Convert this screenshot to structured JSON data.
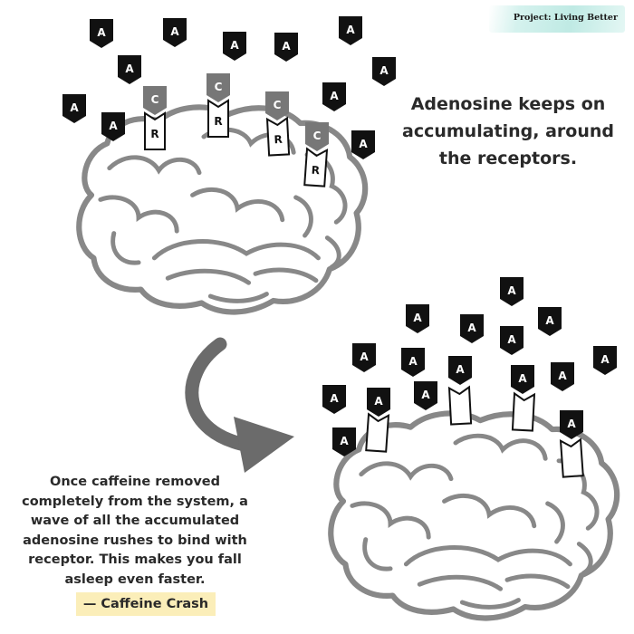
{
  "header": {
    "brand_label": "Project: Living Better"
  },
  "headline": "Adenosine keeps on accumulating, around the receptors.",
  "caption": "Once caffeine removed completely from the system, a wave of all the accumulated adenosine rushes to bind with receptor. This makes you fall asleep even faster.",
  "caption_tag": "— Caffeine Crash",
  "labels": {
    "adenosine": "A",
    "caffeine": "C",
    "receptor": "R"
  },
  "colors": {
    "adenosine": "#111111",
    "caffeine": "#777777",
    "receptor_outline": "#111111",
    "brain": "#888888",
    "arrow": "#6b6b6b",
    "tag_highlight": "#fbeeb9",
    "brand_band": "#bfeae4"
  },
  "icons": {
    "brain": "brain-illustration",
    "arrow": "curved-arrow",
    "adenosine": "pentagon-tag",
    "receptor": "notched-receptor"
  }
}
